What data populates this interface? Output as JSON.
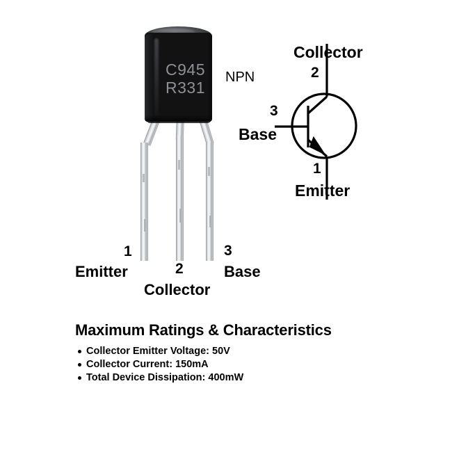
{
  "photo": {
    "package_marking_line1": "C945",
    "package_marking_line2": "R331",
    "type_label": "NPN",
    "pins": [
      {
        "number": "1",
        "name": "Emitter"
      },
      {
        "number": "2",
        "name": "Collector"
      },
      {
        "number": "3",
        "name": "Base"
      }
    ]
  },
  "schematic": {
    "collector_label": "Collector",
    "collector_pin": "2",
    "base_label": "Base",
    "base_pin": "3",
    "emitter_label": "Emitter",
    "emitter_pin": "1"
  },
  "specs": {
    "title": "Maximum Ratings & Characteristics",
    "items": [
      "Collector Emitter Voltage: 50V",
      "Collector Current: 150mA",
      "Total Device Dissipation: 400mW"
    ]
  },
  "colors": {
    "background": "#ffffff",
    "text": "#000000",
    "package_body": "#121213",
    "package_marking": "#8e9094",
    "lead_metal": "#c9cccf"
  }
}
